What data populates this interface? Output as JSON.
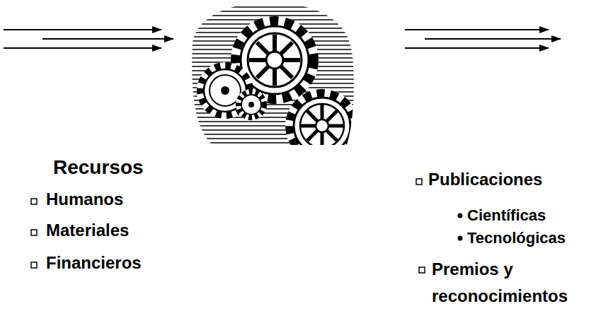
{
  "diagram": {
    "labels": [
      "Recursos",
      "Humanos",
      "Materiales",
      "Financieros",
      "Publicaciones",
      "Científicas",
      "Tecnológicas",
      "Premios y reconocimientos"
    ]
  }
}
